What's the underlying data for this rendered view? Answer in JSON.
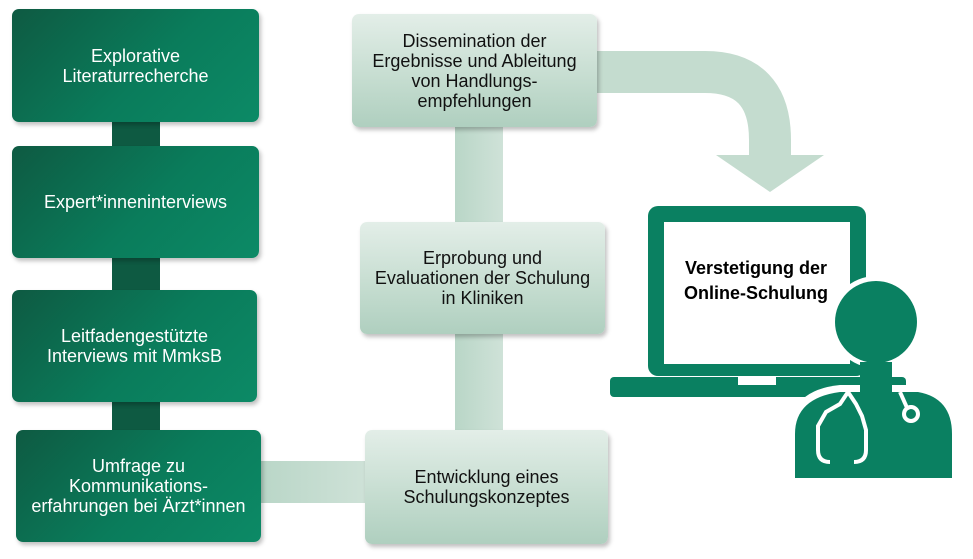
{
  "steps_left": [
    {
      "label": "Explorative Literaturrecherche"
    },
    {
      "label": "Expert*inneninterviews"
    },
    {
      "label": "Leitfadengestützte Interviews mit MmksB"
    },
    {
      "label": "Umfrage zu Kommunikations-erfahrungen bei Ärzt*innen"
    }
  ],
  "steps_middle": [
    {
      "label": "Entwicklung eines Schulungskonzeptes"
    },
    {
      "label": "Erprobung und Evaluationen der Schulung in Kliniken"
    },
    {
      "label": "Dissemination der Ergebnisse und Ableitung von Handlungs-empfehlungen"
    }
  ],
  "outcome": {
    "label": "Verstetigung der Online-Schulung"
  },
  "colors": {
    "dark_green": "#0a7c5b",
    "light_green": "#c4dccf",
    "icon_green": "#0a8061"
  },
  "icons": {
    "arrow": "curved-arrow-down",
    "doctor": "doctor-with-stethoscope",
    "laptop": "laptop"
  }
}
